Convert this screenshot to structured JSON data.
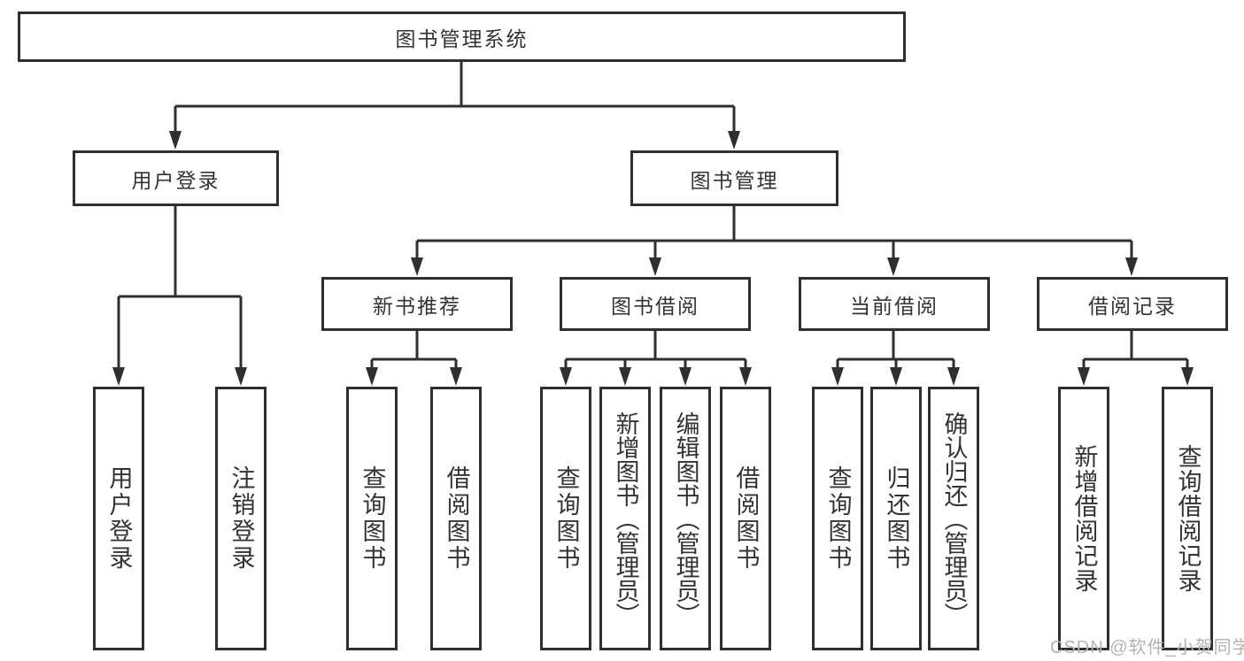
{
  "diagram": {
    "line_color": "#2f2f2f",
    "text_color": "#333333",
    "root": {
      "label": "图书管理系统"
    },
    "branches": [
      {
        "label": "用户登录",
        "children": [
          {
            "label": "用户登录"
          },
          {
            "label": "注销登录"
          }
        ]
      },
      {
        "label": "图书管理",
        "children": [
          {
            "label": "新书推荐",
            "children": [
              {
                "label": "查询图书"
              },
              {
                "label": "借阅图书"
              }
            ]
          },
          {
            "label": "图书借阅",
            "children": [
              {
                "label": "查询图书"
              },
              {
                "label": "新增图书（管理员）"
              },
              {
                "label": "编辑图书（管理员）"
              },
              {
                "label": "借阅图书"
              }
            ]
          },
          {
            "label": "当前借阅",
            "children": [
              {
                "label": "查询图书"
              },
              {
                "label": "归还图书"
              },
              {
                "label": "确认归还（管理员）"
              }
            ]
          },
          {
            "label": "借阅记录",
            "children": [
              {
                "label": "新增借阅记录"
              },
              {
                "label": "查询借阅记录"
              }
            ]
          }
        ]
      }
    ]
  },
  "watermark": {
    "text": "CSDN @软件_小贺同学",
    "color": "#b3b3b3"
  }
}
